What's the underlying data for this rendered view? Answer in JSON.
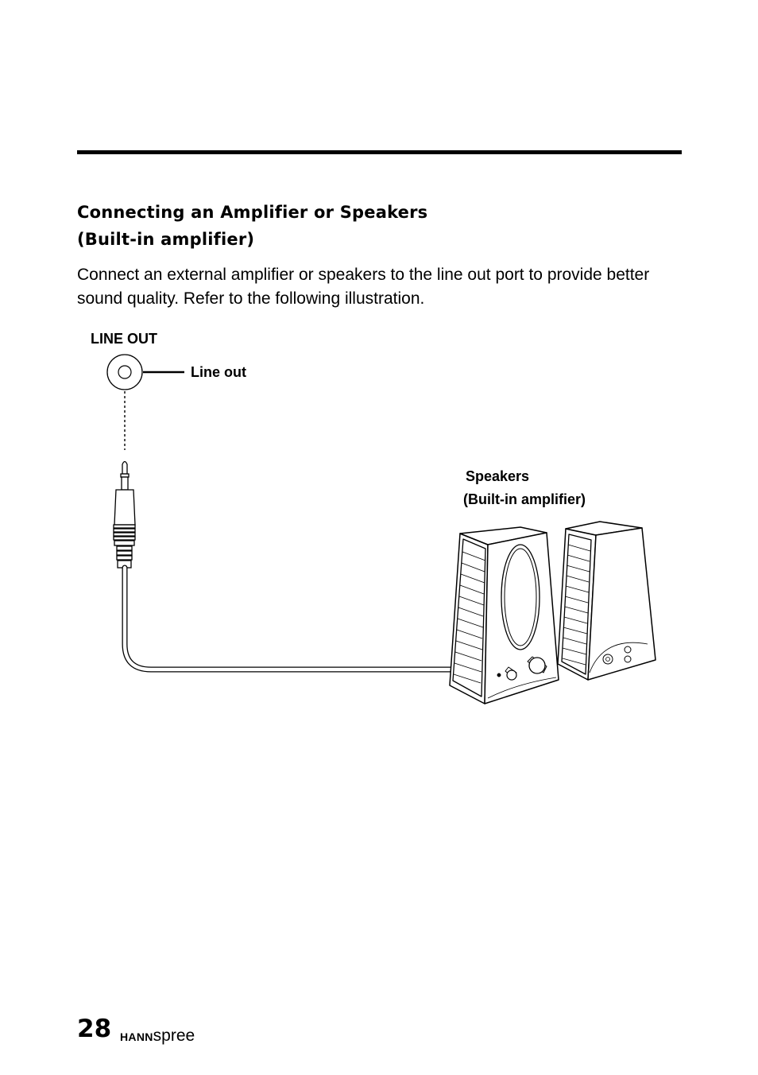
{
  "heading": {
    "line1": "Connecting an Amplifier or Speakers",
    "line2": "(Built-in amplifier)"
  },
  "body": {
    "paragraph": "Connect an external amplifier or speakers to the line out port to provide better sound quality. Refer to the following illustration."
  },
  "illustration": {
    "port_title": "LINE OUT",
    "port_label": "Line out",
    "device_label_1": "Speakers",
    "device_label_2": "(Built-in amplifier)"
  },
  "footer": {
    "page_number": "28",
    "brand_bold": "HANN",
    "brand_regular": "spree"
  }
}
